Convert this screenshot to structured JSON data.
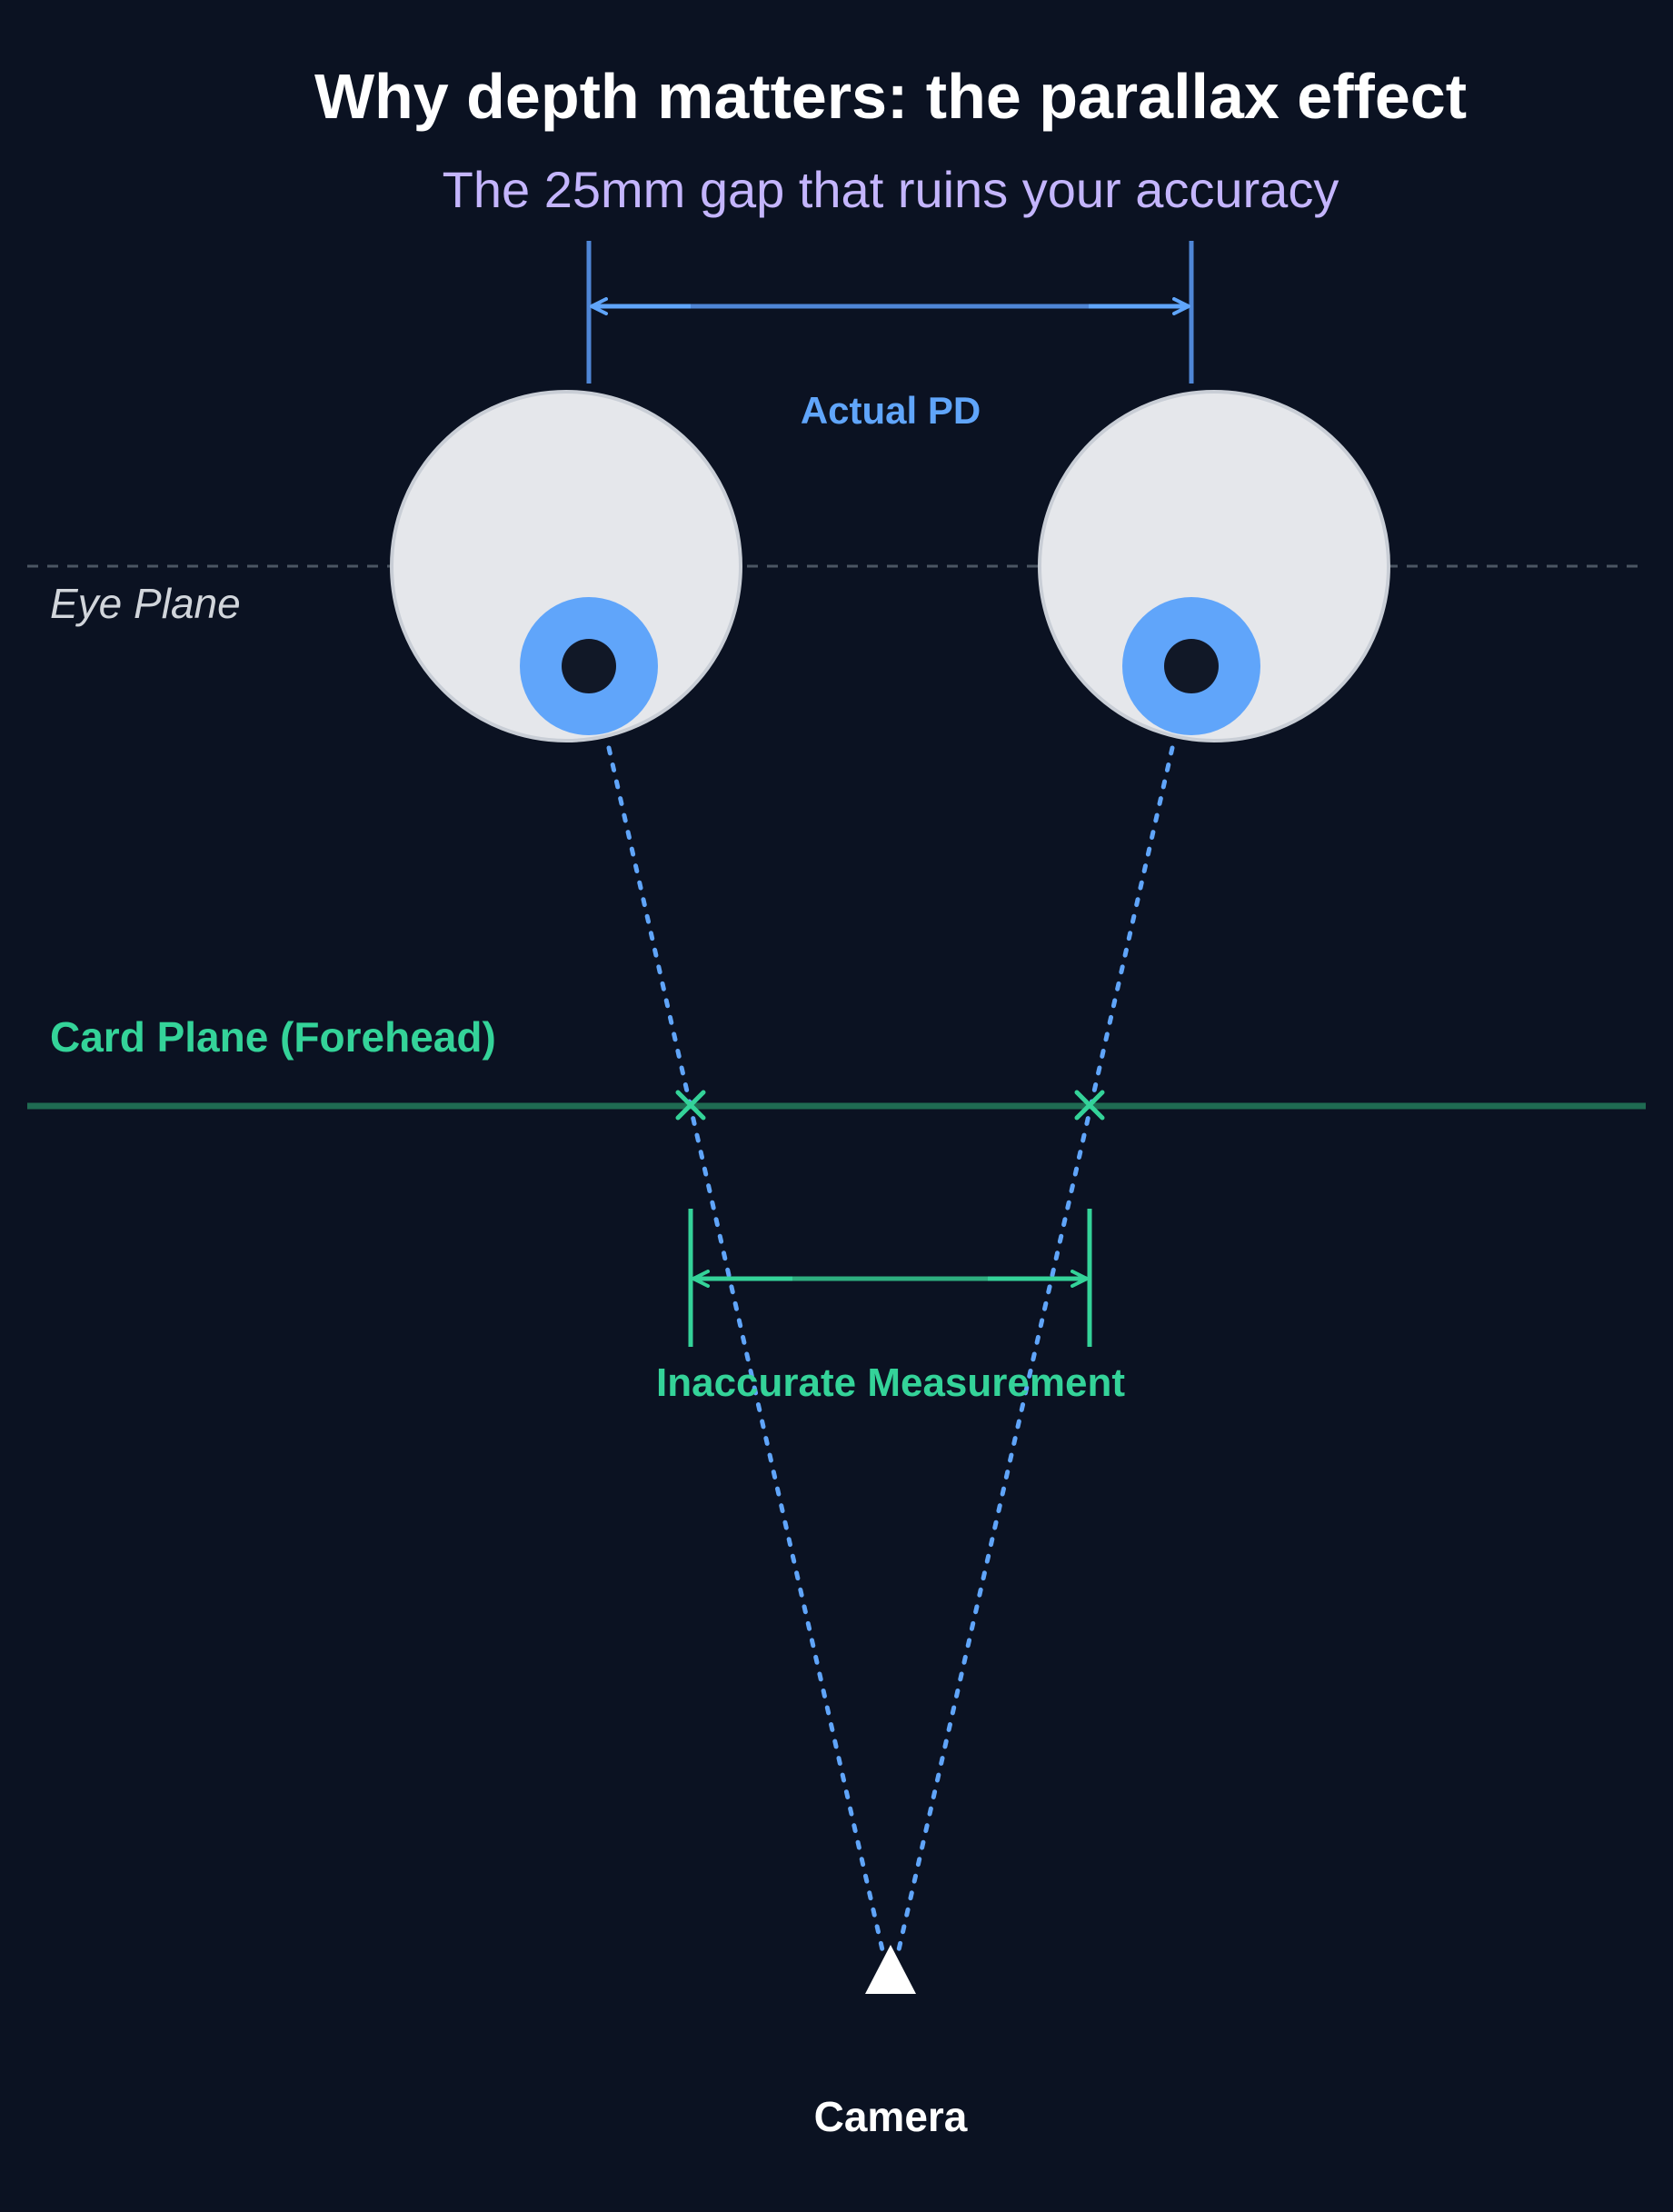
{
  "title": "Why depth matters: the parallax effect",
  "subtitle": "The 25mm gap that ruins your accuracy",
  "labels": {
    "actual_pd": "Actual PD",
    "eye_plane": "Eye Plane",
    "card_plane": "Card Plane (Forehead)",
    "inaccurate_measurement": "Inaccurate Measurement",
    "camera": "Camera"
  },
  "colors": {
    "background": "#0b1222",
    "title": "#ffffff",
    "subtitle": "#c4b5fd",
    "pd_blue": "#60a5fa",
    "pd_bracket": "#4f86d6",
    "card_green": "#34d399",
    "card_line": "#1f6b52",
    "eyeball": "#e5e7eb",
    "eyeball_stroke": "#c9ced6",
    "pupil": "#111827",
    "eye_plane_line": "#4b5563",
    "eye_plane_text": "#d1d5db",
    "camera": "#ffffff"
  }
}
